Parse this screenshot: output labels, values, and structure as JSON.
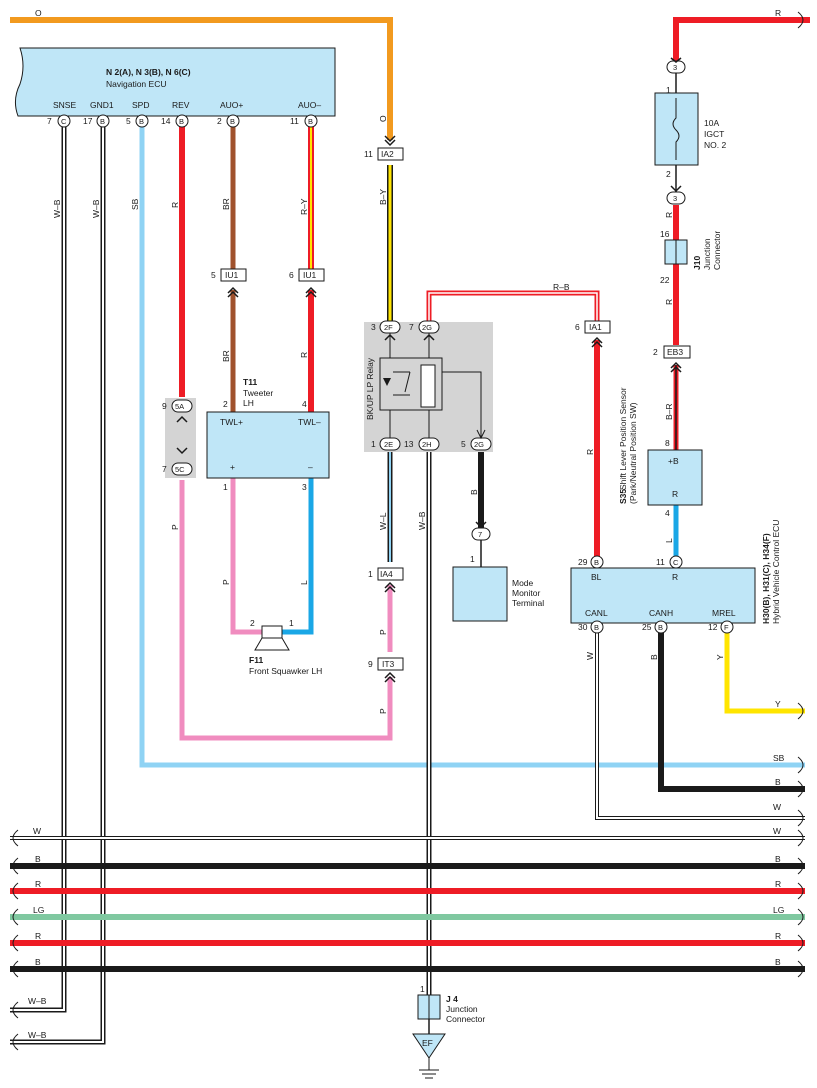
{
  "components": {
    "nav_ecu": {
      "title": "N 2(A), N 3(B), N 6(C)",
      "name": "Navigation ECU",
      "pins": [
        "SNSE",
        "GND1",
        "SPD",
        "REV",
        "AUO+",
        "AUO–"
      ],
      "pin_numbers": [
        "7",
        "17",
        "5",
        "14",
        "2",
        "11"
      ],
      "pin_letters": [
        "C",
        "B",
        "B",
        "B",
        "B",
        "B"
      ]
    },
    "fuse": {
      "rating": "10A",
      "name1": "IGCT",
      "name2": "NO. 2",
      "pin_in": "1",
      "pin_out": "2",
      "conn": "3"
    },
    "j10": {
      "id": "J10",
      "name1": "Junction",
      "name2": "Connector",
      "pin_top": "16",
      "pin_bot": "22"
    },
    "tweeter": {
      "id": "T11",
      "name1": "Tweeter",
      "name2": "LH",
      "pin_left": "TWL+",
      "pin_right": "TWL–",
      "num_top_left": "2",
      "num_top_right": "4",
      "num_bot_left": "1",
      "num_bot_right": "3",
      "plus": "+",
      "minus": "–"
    },
    "squawker": {
      "id": "F11",
      "name": "Front Squawker LH",
      "pin_left": "2",
      "pin_right": "1"
    },
    "relay": {
      "name": "BK/UP LP Relay"
    },
    "mode_monitor": {
      "name1": "Mode",
      "name2": "Monitor",
      "name3": "Terminal",
      "pin": "1",
      "conn": "7"
    },
    "shift_sensor": {
      "id": "S35",
      "name1": "Shift Lever Position Sensor",
      "name2": "(Park/Neutral Position SW)",
      "pin_plus": "+B",
      "pin_r": "R",
      "num_top": "8",
      "num_bot": "4"
    },
    "hv_ecu": {
      "title": "H30(B), H31(C), H34(F)",
      "name": "Hybrid Vehicle Control ECU",
      "pins_top": [
        "BL",
        "R"
      ],
      "pins_bottom": [
        "CANL",
        "CANH",
        "MREL"
      ],
      "num_bl": "29",
      "let_bl": "B",
      "num_r": "11",
      "let_r": "C",
      "num_canl": "30",
      "let_canl": "B",
      "num_canh": "25",
      "let_canh": "B",
      "num_mrel": "12",
      "let_mrel": "F"
    },
    "j4": {
      "id": "J 4",
      "name1": "Junction",
      "name2": "Connector",
      "pin": "1"
    },
    "ground": {
      "label": "EF"
    }
  },
  "connectors": {
    "ia2": {
      "label": "IA2",
      "num": "11"
    },
    "iu1_a": {
      "label": "IU1",
      "num": "5"
    },
    "iu1_b": {
      "label": "IU1",
      "num": "6"
    },
    "c5a": {
      "label": "5A",
      "num": "9"
    },
    "c5c": {
      "label": "5C",
      "num": "7"
    },
    "r2f": {
      "label": "2F",
      "num": "3"
    },
    "r2g_top": {
      "label": "2G",
      "num": "7"
    },
    "r2e": {
      "label": "2E",
      "num": "1"
    },
    "r2h": {
      "label": "2H",
      "num": "13"
    },
    "r2g_bot": {
      "label": "2G",
      "num": "5"
    },
    "ia4": {
      "label": "IA4",
      "num": "1"
    },
    "it3": {
      "label": "IT3",
      "num": "9"
    },
    "ia1": {
      "label": "IA1",
      "num": "6"
    },
    "eb3": {
      "label": "EB3",
      "num": "2"
    }
  },
  "wires": {
    "o": "O",
    "r": "R",
    "wb": "W–B",
    "sb": "SB",
    "br": "BR",
    "ry": "R–Y",
    "by": "B–Y",
    "rb": "R–B",
    "wl": "W–L",
    "b": "B",
    "l": "L",
    "p": "P",
    "w": "W",
    "y": "Y",
    "lg": "LG",
    "br2": "B–R"
  },
  "colors": {
    "orange": "#f29a1f",
    "red": "#ee1c25",
    "black": "#1a1a1a",
    "sky": "#8fd3f4",
    "brown": "#a0522d",
    "pink": "#f08cbf",
    "blue": "#1aa7e6",
    "yellow": "#ffe500",
    "green": "#7fc8a0",
    "ecu_fill": "#bfe6f7",
    "relay_grey": "#d4d4d4"
  }
}
